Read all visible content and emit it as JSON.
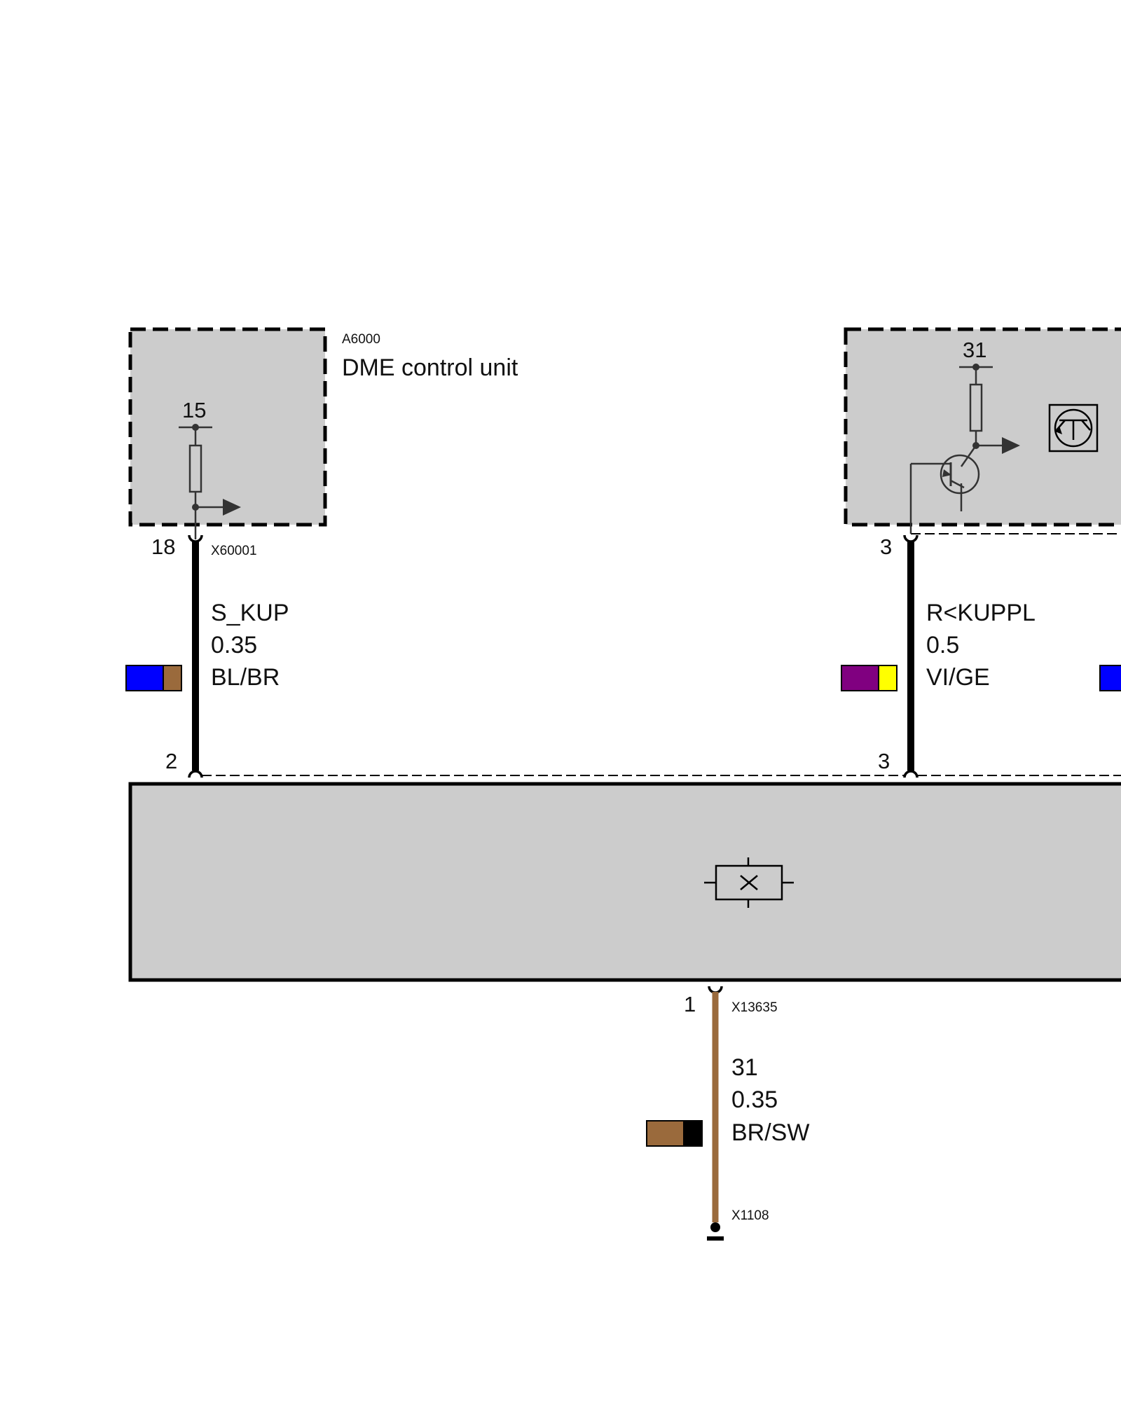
{
  "colors": {
    "box_fill": "#cccccc",
    "wire_black": "#000000",
    "wire_brown": "#9a6a3c",
    "blue": "#0000ff",
    "brown": "#9a6a3c",
    "violet": "#800080",
    "yellow": "#ffff00",
    "black": "#000000"
  },
  "icons": [
    "resistor-icon",
    "arrow-right-icon",
    "transistor-icon",
    "fuse-icon",
    "ground-icon"
  ],
  "dme": {
    "id": "A6000",
    "name": "DME control unit",
    "terminal_left": "15",
    "terminal_right": "31"
  },
  "wires": [
    {
      "pin_top": "18",
      "connector": "X60001",
      "signal": "S_KUP",
      "size": "0.35",
      "color_code": "BL/BR",
      "pin_bottom": "2"
    },
    {
      "pin_top": "3",
      "signal": "R<KUPPL",
      "size": "0.5",
      "color_code": "VI/GE",
      "pin_bottom": "3"
    }
  ],
  "ground_wire": {
    "pin": "1",
    "connector": "X13635",
    "signal": "31",
    "size": "0.35",
    "color_code": "BR/SW",
    "ground_point": "X1108"
  }
}
